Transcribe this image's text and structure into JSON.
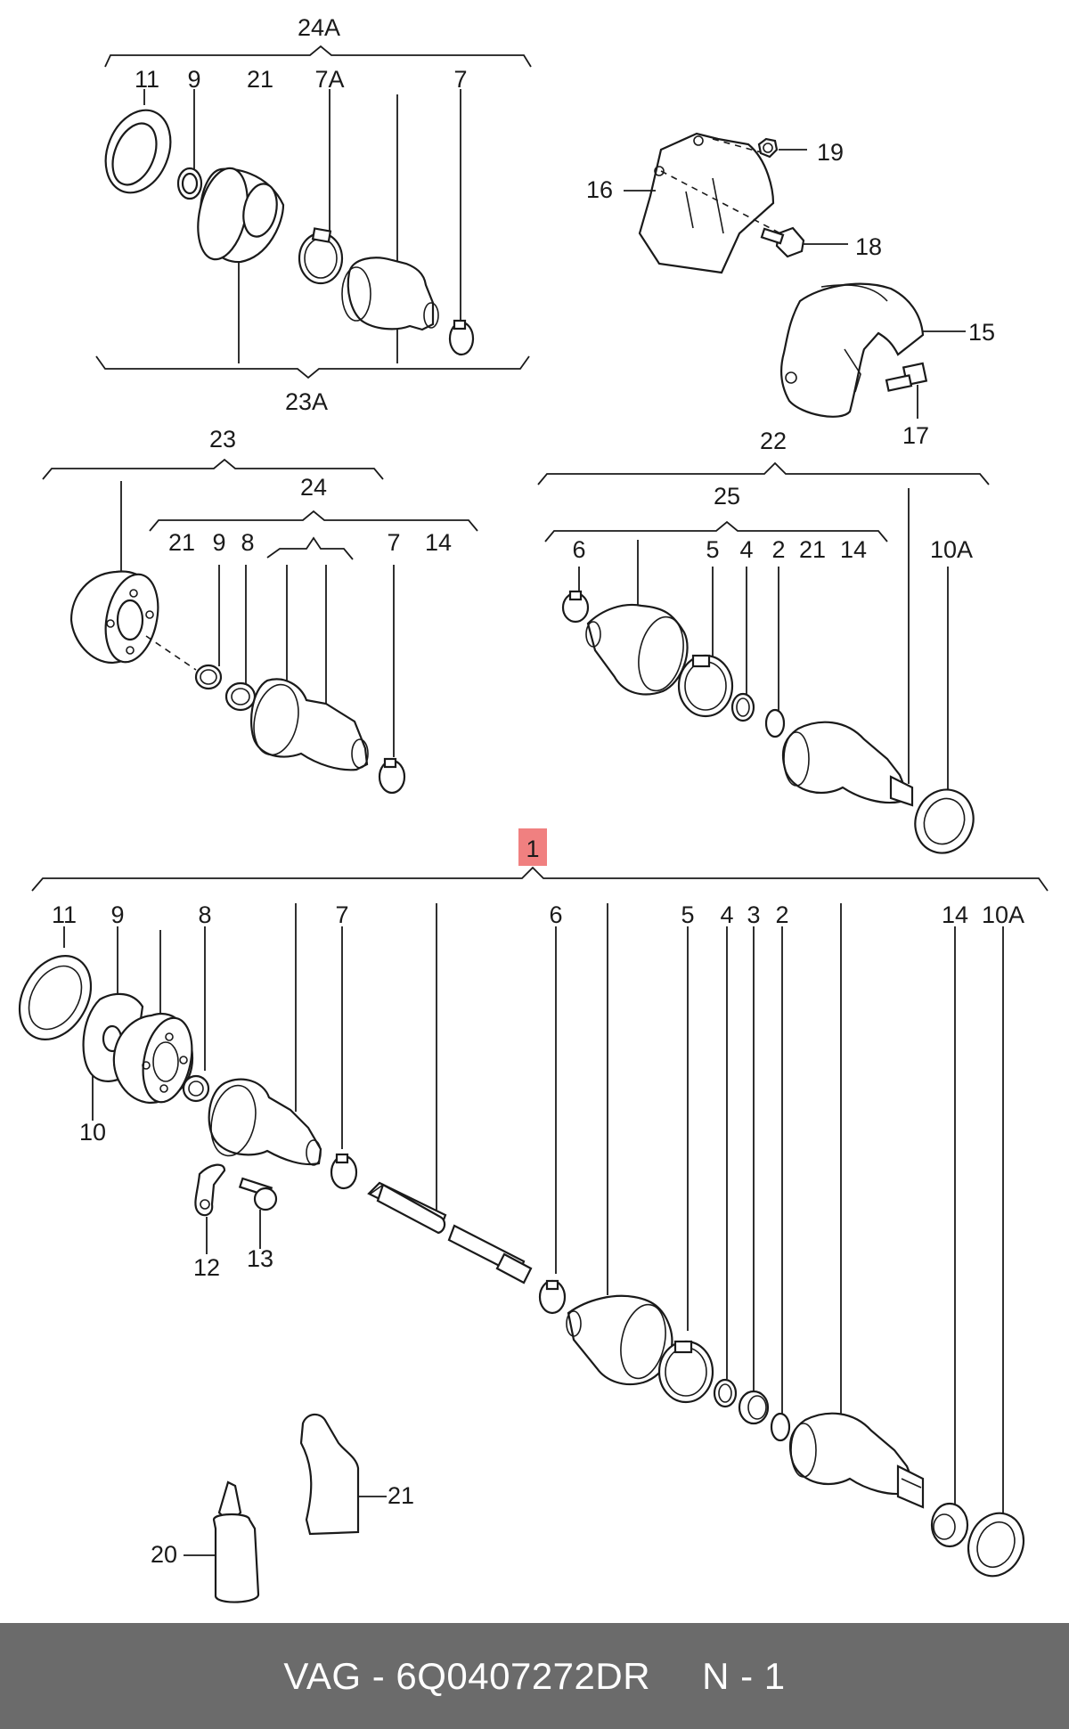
{
  "labels": {
    "l24A": "24A",
    "l23A": "23A",
    "l23": "23",
    "l24": "24",
    "l22": "22",
    "l25": "25",
    "l1": "1",
    "g24A_11": "11",
    "g24A_9": "9",
    "g24A_21": "21",
    "g24A_7A": "7A",
    "g24A_7": "7",
    "g16": "16",
    "g19": "19",
    "g18": "18",
    "g15": "15",
    "g17": "17",
    "g24_21": "21",
    "g24_9": "9",
    "g24_8": "8",
    "g24_7": "7",
    "g24_14": "14",
    "g25_6": "6",
    "g25_5": "5",
    "g25_4": "4",
    "g25_2": "2",
    "g25_21": "21",
    "g25_14": "14",
    "g10A_top": "10A",
    "m11": "11",
    "m9": "9",
    "m8": "8",
    "m7": "7",
    "m6": "6",
    "m5": "5",
    "m4": "4",
    "m3": "3",
    "m2": "2",
    "m14": "14",
    "m10A": "10A",
    "m10": "10",
    "m12": "12",
    "m13": "13",
    "m21": "21",
    "m20": "20"
  },
  "highlight_color": "#f08080",
  "footer": {
    "brand": "VAG",
    "separator": "-",
    "part_number": "6Q0407272DR",
    "page": "N - 1"
  }
}
